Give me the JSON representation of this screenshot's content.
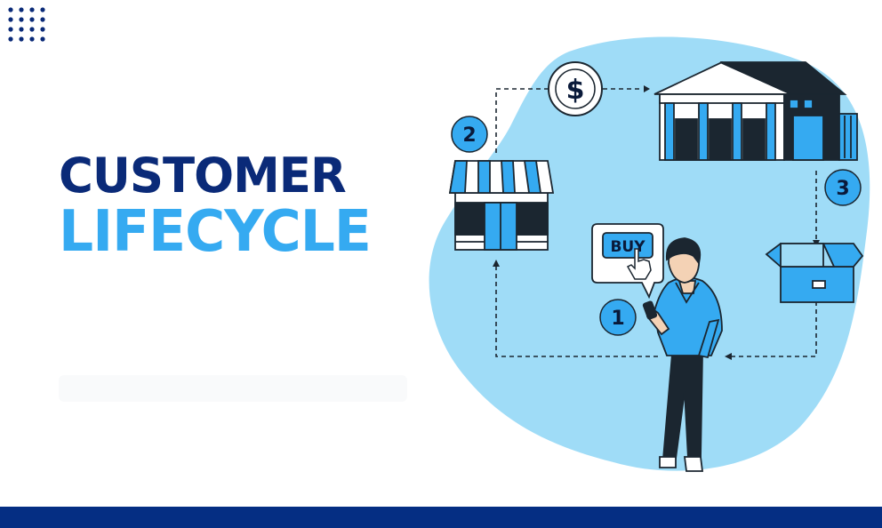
{
  "title": {
    "line1": "CUSTOMER",
    "line2": "LIFECYCLE"
  },
  "steps": {
    "step1": "1",
    "step2": "2",
    "step3": "3"
  },
  "bubble": {
    "buy_label": "BUY"
  },
  "coin": {
    "symbol": "$"
  },
  "colors": {
    "navy": "#0a2a78",
    "sky": "#35aaf1",
    "blob": "#9fdcf7",
    "ink": "#1b2630",
    "footer": "#052e83"
  },
  "icons": [
    "dots-grid-icon",
    "dollar-coin-icon",
    "store-icon",
    "warehouse-icon",
    "box-icon",
    "buy-bubble-icon",
    "cursor-hand-icon",
    "person-with-phone-icon"
  ]
}
